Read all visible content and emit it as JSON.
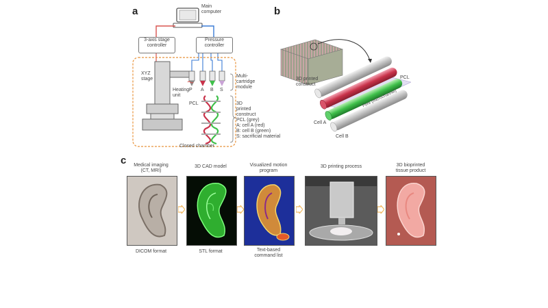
{
  "panel_a": {
    "letter": "a",
    "main_computer": "Main\ncomputer",
    "stage_controller": "3-axis stage\ncontroller",
    "pressure_controller": "Pressure\ncontroller",
    "xyz_stage": "XYZ\nstage",
    "heating_unit": "Heating\nunit",
    "multi_cartridge": "Multi-\ncartridge\nmodule",
    "cartridge_labels": [
      "P",
      "A",
      "B",
      "S"
    ],
    "pcl_label": "PCL",
    "construct_desc": "3D\nprinted\nconstruct\nPCL (grey)\nA: cell A (red)\nB: cell B (green)\nS: sacrificial material",
    "closed_chamber": "Closed chamber"
  },
  "panel_b": {
    "letter": "b",
    "construct_label": "3D printed\nconstruct",
    "pcl_label": "PCL",
    "pore_label": "Pore (microchannel)",
    "cell_a": "Cell A",
    "cell_b": "Cell B"
  },
  "panel_c": {
    "letter": "c",
    "steps": [
      {
        "top": "Medical imaging\n(CT, MRI)",
        "bottom": "DICOM format"
      },
      {
        "top": "3D CAD model",
        "bottom": "STL format"
      },
      {
        "top": "Visualized motion\nprogram",
        "bottom": "Text-based\ncommand list"
      },
      {
        "top": "3D printing process",
        "bottom": ""
      },
      {
        "top": "3D bioprinted\ntissue product",
        "bottom": ""
      }
    ]
  },
  "colors": {
    "cable_red": "#d9534f",
    "cable_blue": "#3a7bd5",
    "chamber_orange": "#e8923a",
    "cell_red": "#c8324a",
    "cell_green": "#3fbf4a",
    "pcl_grey": "#b9b9b9",
    "arrow_orange": "#f0b860"
  }
}
